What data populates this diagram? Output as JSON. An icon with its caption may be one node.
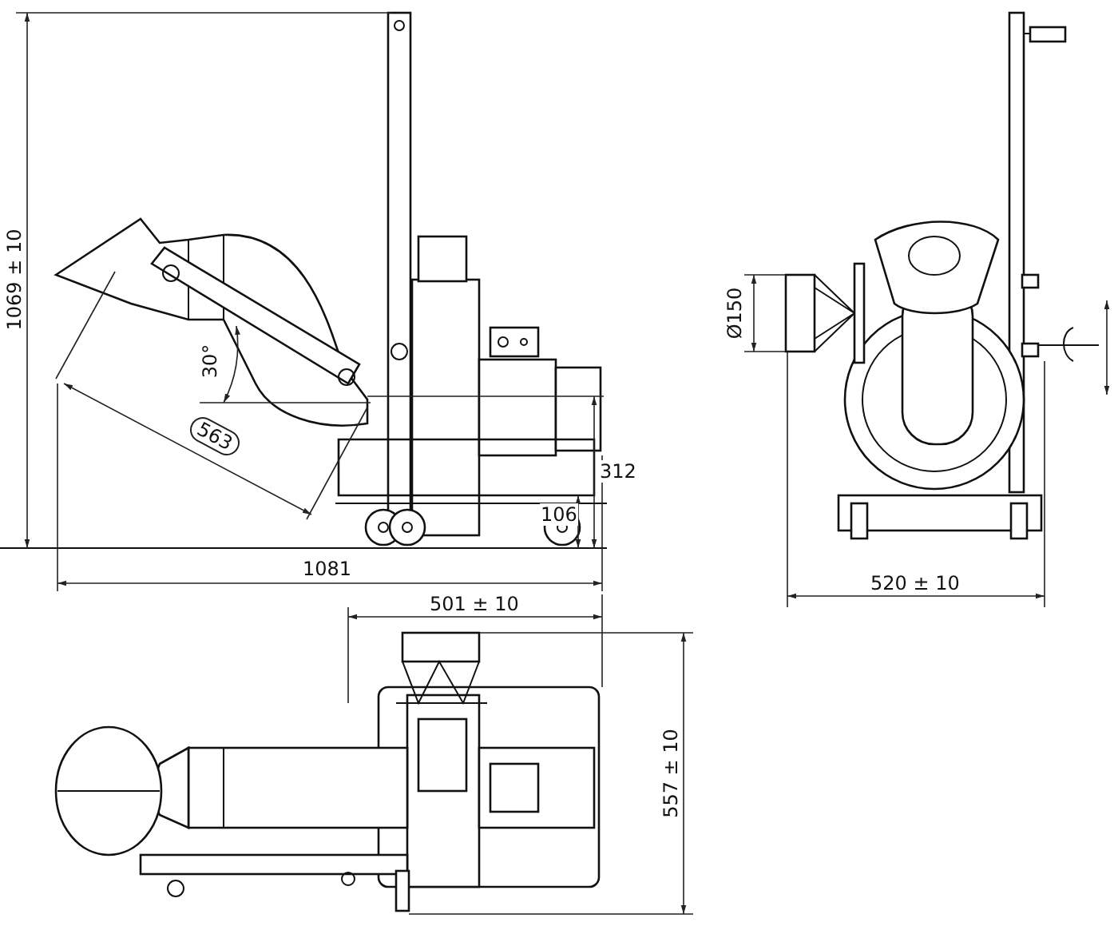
{
  "diagram": {
    "labels": [
      "1069 ± 10",
      "30°",
      "563",
      "312",
      "106",
      "1081",
      "Ø150",
      "520 ± 10",
      "501 ± 10",
      "557 ± 10"
    ]
  }
}
